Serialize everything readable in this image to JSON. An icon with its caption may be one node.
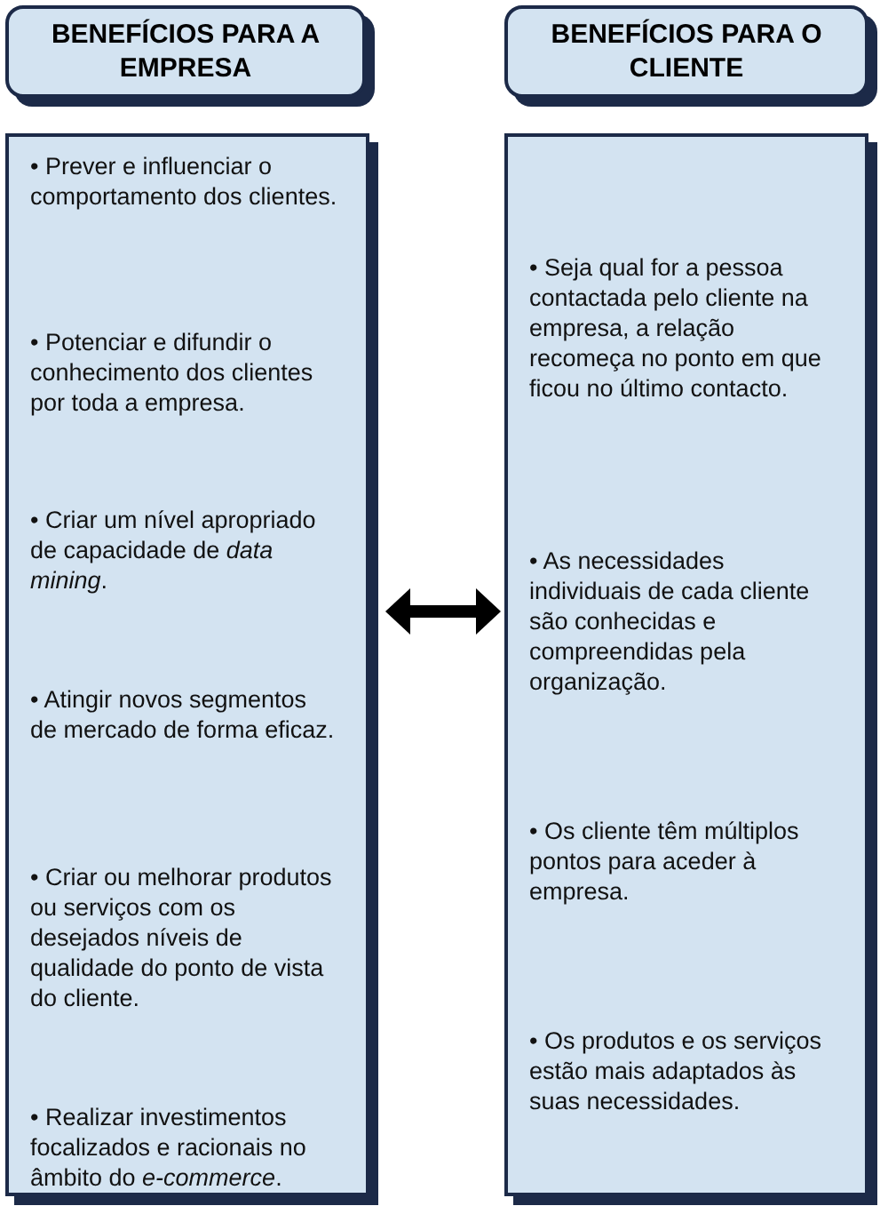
{
  "diagram": {
    "nodes": [
      {
        "text": [
          "BENEFÍCIOS PARA A EMPRESA"
        ]
      },
      {
        "text": [
          "BENEFÍCIOS PARA O CLIENTE"
        ]
      },
      {
        "text": [
          "• Prever e influenciar o comportamento dos clientes.",
          "• Potenciar e difundir o conhecimento dos clientes por toda a empresa.",
          "• Criar um nível apropriado de capacidade de *data mining*.",
          "• Atingir novos segmentos de mercado de forma eficaz.",
          "• Criar ou melhorar produtos ou serviços com os desejados níveis de qualidade do ponto de vista do cliente.",
          "• Realizar investimentos focalizados e racionais no âmbito do *e-commerce*."
        ]
      },
      {
        "text": [
          "• Seja qual for a pessoa contactada pelo cliente na empresa, a relação recomeça no ponto em que ficou no último contacto.",
          "• As necessidades individuais de cada cliente são conhecidas e compreendidas pela organização.",
          "• Os cliente têm múltiplos pontos para aceder à empresa.",
          "• Os produtos e os serviços estão mais adaptados às suas necessidades."
        ]
      }
    ],
    "edges": [
      {
        "from": 2,
        "to": 3,
        "arrow": "both"
      }
    ]
  }
}
